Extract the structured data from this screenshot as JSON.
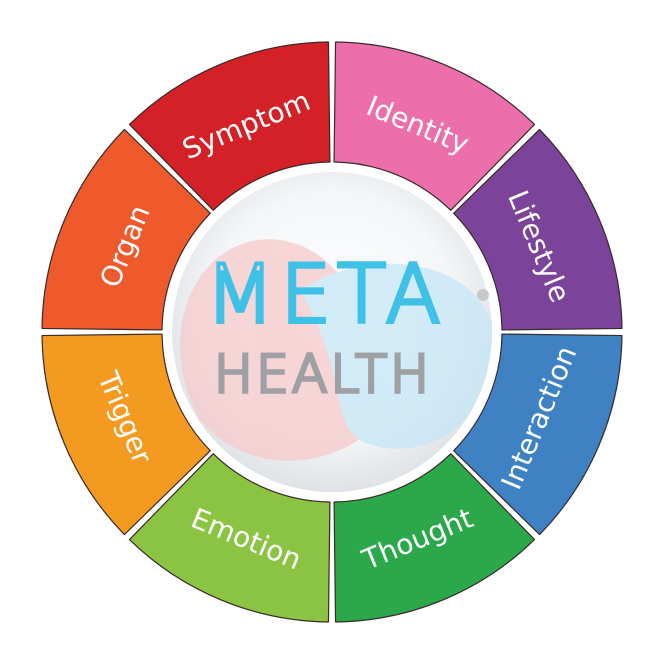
{
  "logo": {
    "line1": "META",
    "line2": "HEALTH",
    "line1_color": "#3fc0e6",
    "line2_color": "#9ea0a3",
    "dot_color": "#c7c8ca"
  },
  "segments": [
    {
      "label": "Symptom",
      "color": "#d42027"
    },
    {
      "label": "Identity",
      "color": "#ec6fab"
    },
    {
      "label": "Lifestyle",
      "color": "#7b439a"
    },
    {
      "label": "Interaction",
      "color": "#3e82c4"
    },
    {
      "label": "Thought",
      "color": "#2aa84a"
    },
    {
      "label": "Emotion",
      "color": "#8bc443"
    },
    {
      "label": "Trigger",
      "color": "#f59a20"
    },
    {
      "label": "Organ",
      "color": "#ee5a2b"
    }
  ],
  "center": {
    "swirl_pink": "#f6c9cb",
    "swirl_blue": "#c4e6f6",
    "rim_color": "#e5e6e8"
  }
}
